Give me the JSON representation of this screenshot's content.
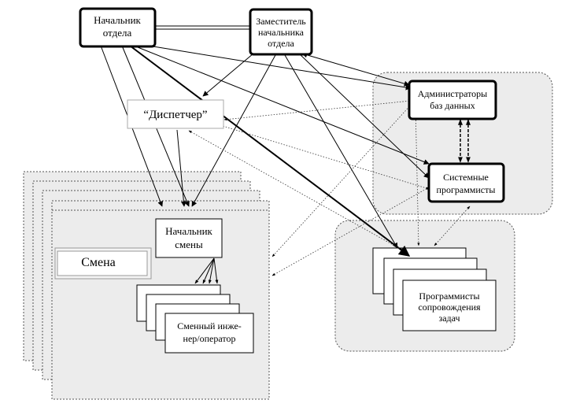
{
  "nodes": {
    "head_of_department": {
      "line1": "Начальник",
      "line2": "отдела"
    },
    "deputy_head": {
      "line1": "Заместитель",
      "line2": "начальника",
      "line3": "отдела"
    },
    "dispatcher": {
      "label": "“Диспетчер”"
    },
    "db_admins": {
      "line1": "Администраторы",
      "line2": "баз данных"
    },
    "system_programmers": {
      "line1": "Системные",
      "line2": "программисты"
    },
    "shift": {
      "label": "Смена"
    },
    "shift_head": {
      "line1": "Начальник",
      "line2": "смены"
    },
    "shift_operator": {
      "line1": "Сменный инже-",
      "line2": "нер/оператор"
    },
    "support_programmers": {
      "line1": "Программисты",
      "line2": "сопровождения",
      "line3": "задач"
    }
  }
}
